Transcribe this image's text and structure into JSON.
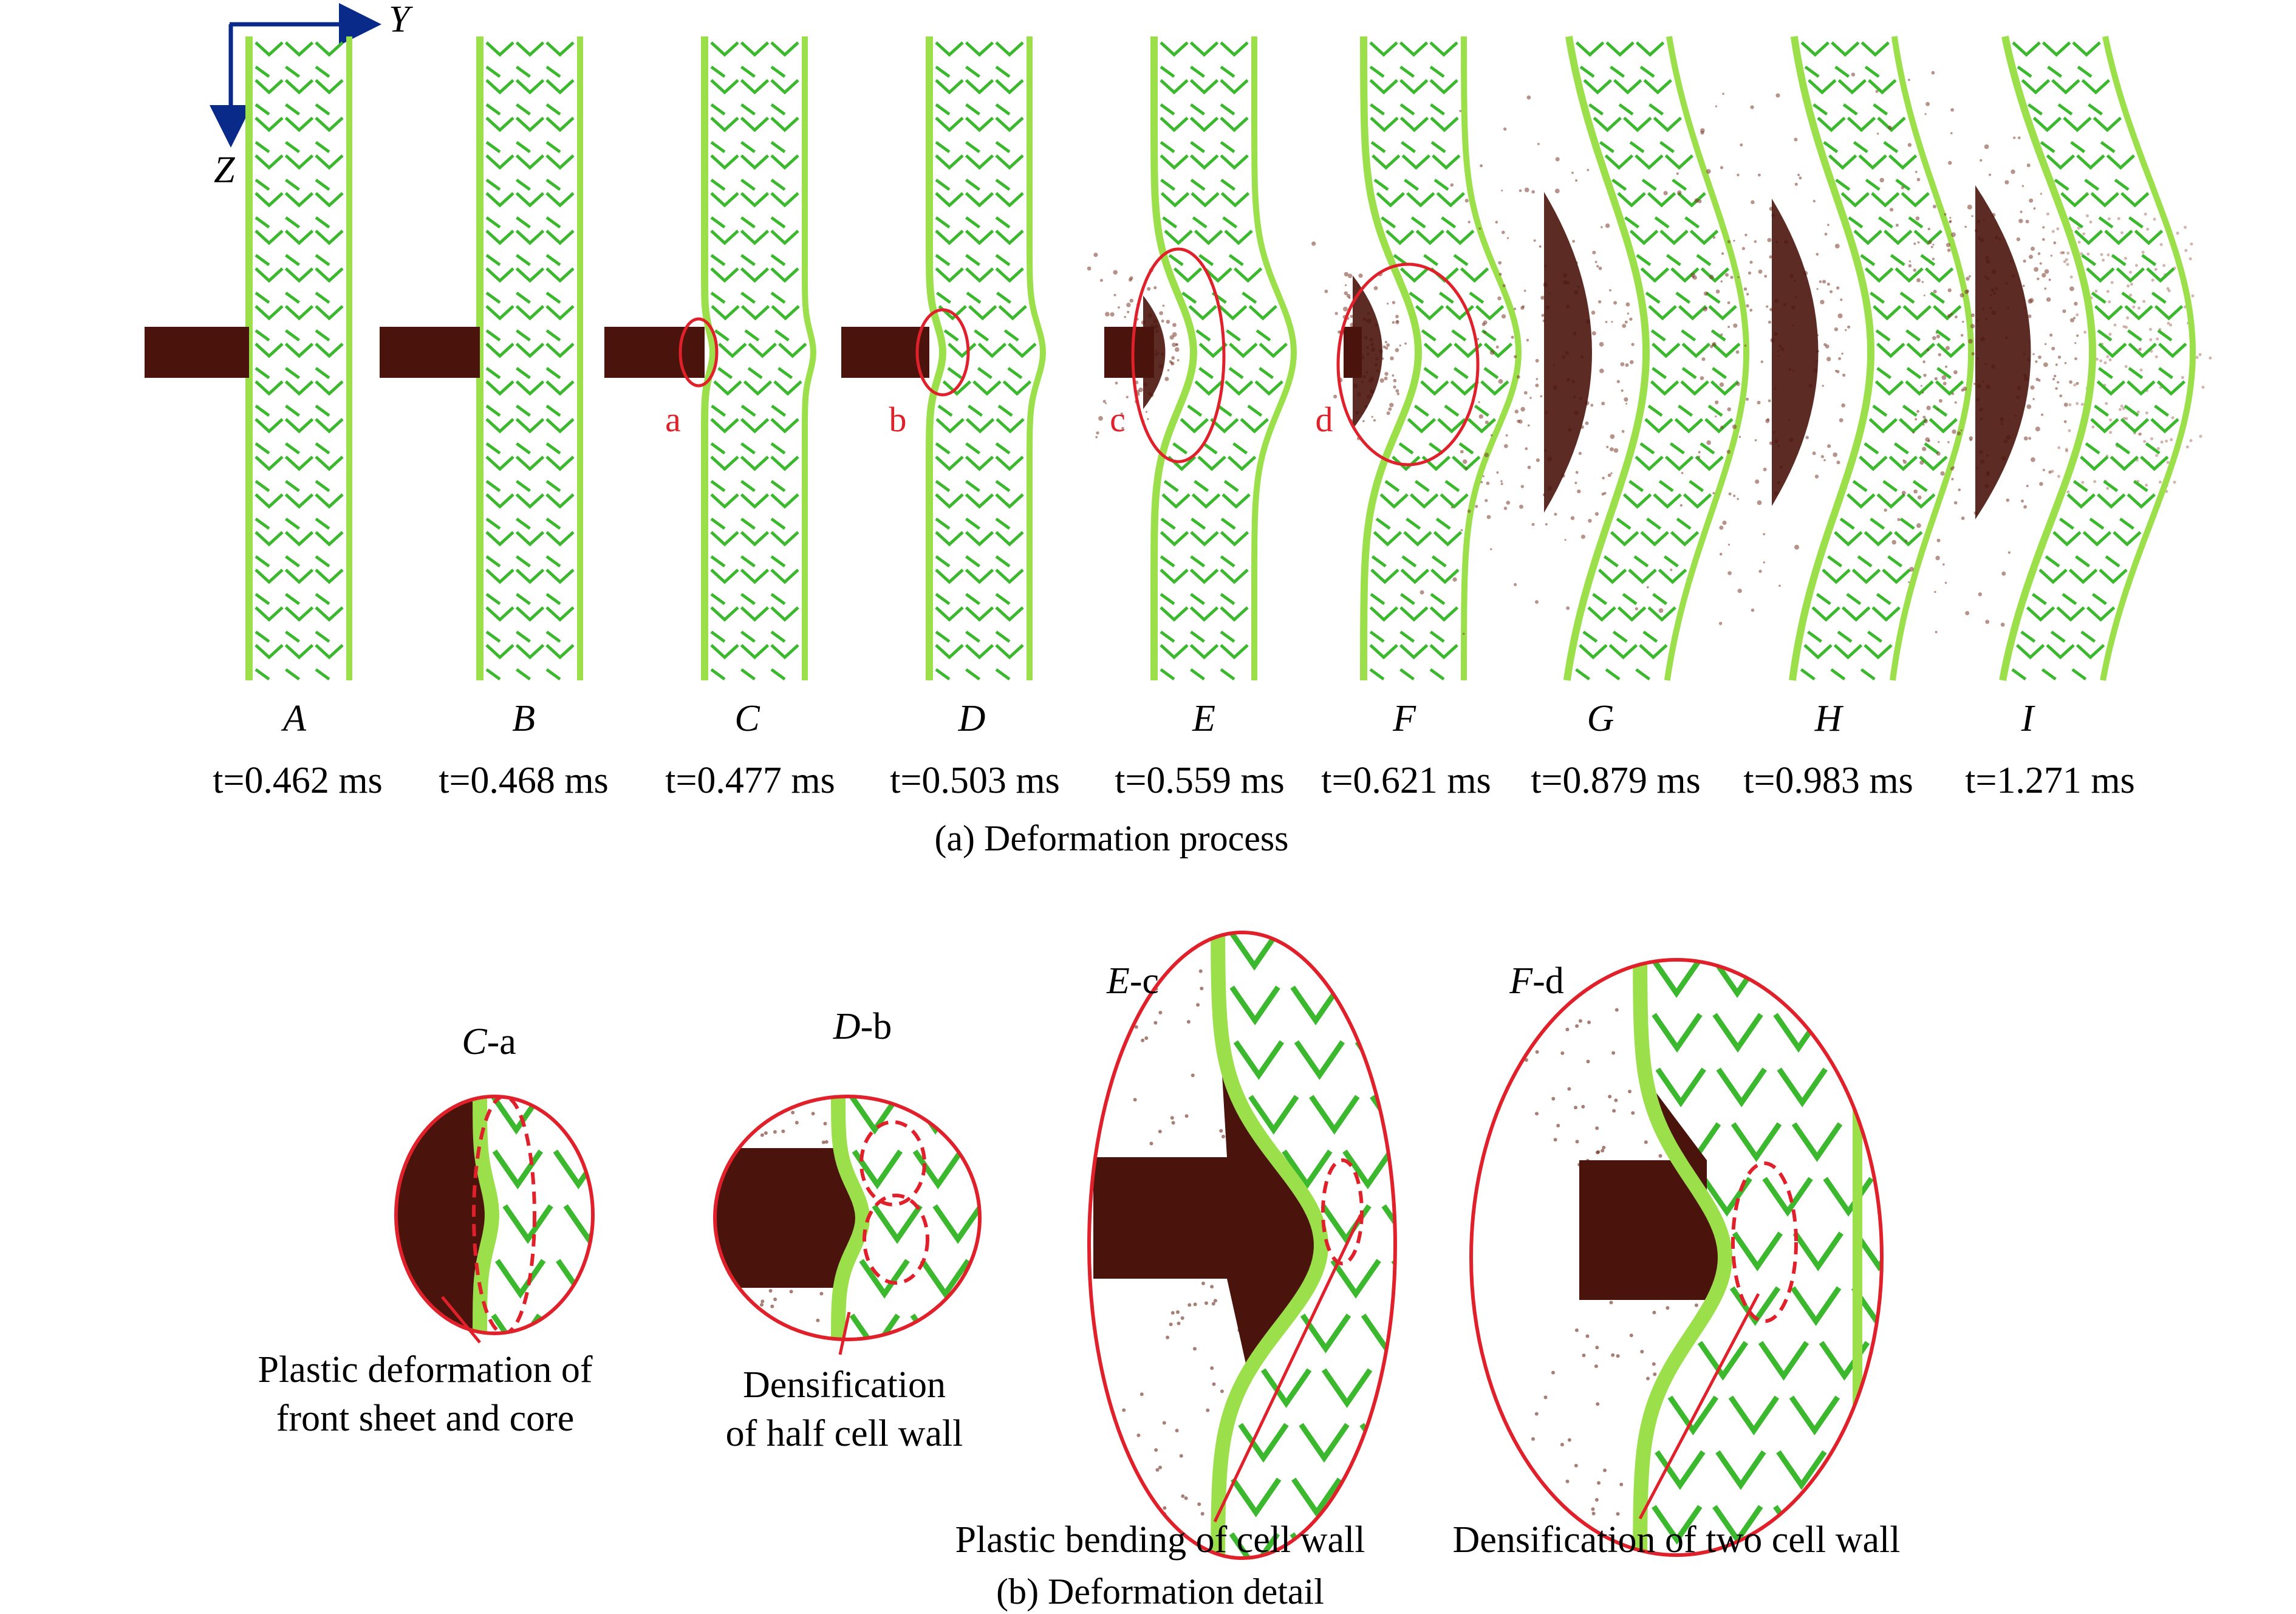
{
  "axes": {
    "y_label": "Y",
    "z_label": "Z"
  },
  "panels": [
    {
      "id": "A",
      "time": "t=0.462 ms",
      "marker": ""
    },
    {
      "id": "B",
      "time": "t=0.468 ms",
      "marker": ""
    },
    {
      "id": "C",
      "time": "t=0.477 ms",
      "marker": "a"
    },
    {
      "id": "D",
      "time": "t=0.503 ms",
      "marker": "b"
    },
    {
      "id": "E",
      "time": "t=0.559 ms",
      "marker": "c"
    },
    {
      "id": "F",
      "time": "t=0.621 ms",
      "marker": "d"
    },
    {
      "id": "G",
      "time": "t=0.879 ms",
      "marker": ""
    },
    {
      "id": "H",
      "time": "t=0.983 ms",
      "marker": ""
    },
    {
      "id": "I",
      "time": "t=1.271 ms",
      "marker": ""
    }
  ],
  "caption_a": "(a) Deformation process",
  "details": [
    {
      "label_italic": "C",
      "label_rest": "-a",
      "note_line1": "Plastic deformation of",
      "note_line2": "front sheet and core"
    },
    {
      "label_italic": "D",
      "label_rest": "-b",
      "note_line1": "Densification",
      "note_line2": "of half cell wall"
    },
    {
      "label_italic": "E",
      "label_rest": "-c",
      "note_line1": "Plastic bending of cell wall",
      "note_line2": ""
    },
    {
      "label_italic": "F",
      "label_rest": "-d",
      "note_line1": "Densification of two cell wall",
      "note_line2": ""
    }
  ],
  "caption_b": "(b) Deformation detail",
  "colors": {
    "core_green": "#3cb82e",
    "sheet_green": "#9be04a",
    "projectile": "#4a140c",
    "highlight_red": "#e0202a"
  }
}
